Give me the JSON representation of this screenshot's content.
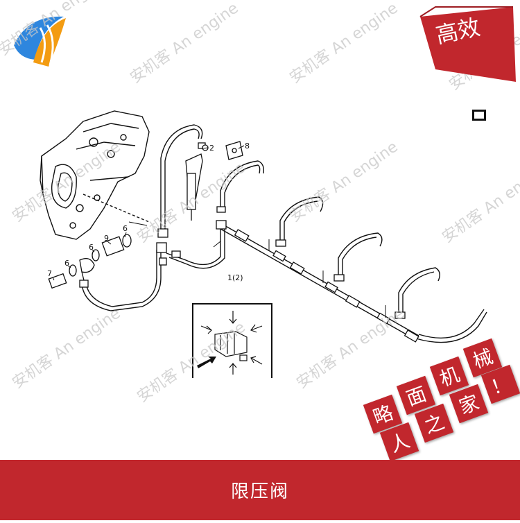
{
  "footer": {
    "title": "限压阀"
  },
  "badge_top": {
    "text": "高效"
  },
  "badge_bottom": {
    "chars": [
      "略",
      "面",
      "机",
      "械",
      "人",
      "之",
      "家",
      "！"
    ]
  },
  "watermark": {
    "text": "安机客 An engine"
  },
  "callouts": {
    "c2": "2",
    "c8": "8",
    "c6a": "6",
    "c9": "9",
    "c6b": "6",
    "c6c": "6",
    "c7": "7",
    "c1": "1(2)"
  },
  "colors": {
    "accent": "#c1272d",
    "line": "#111111",
    "watermark": "#c8c8c8"
  }
}
